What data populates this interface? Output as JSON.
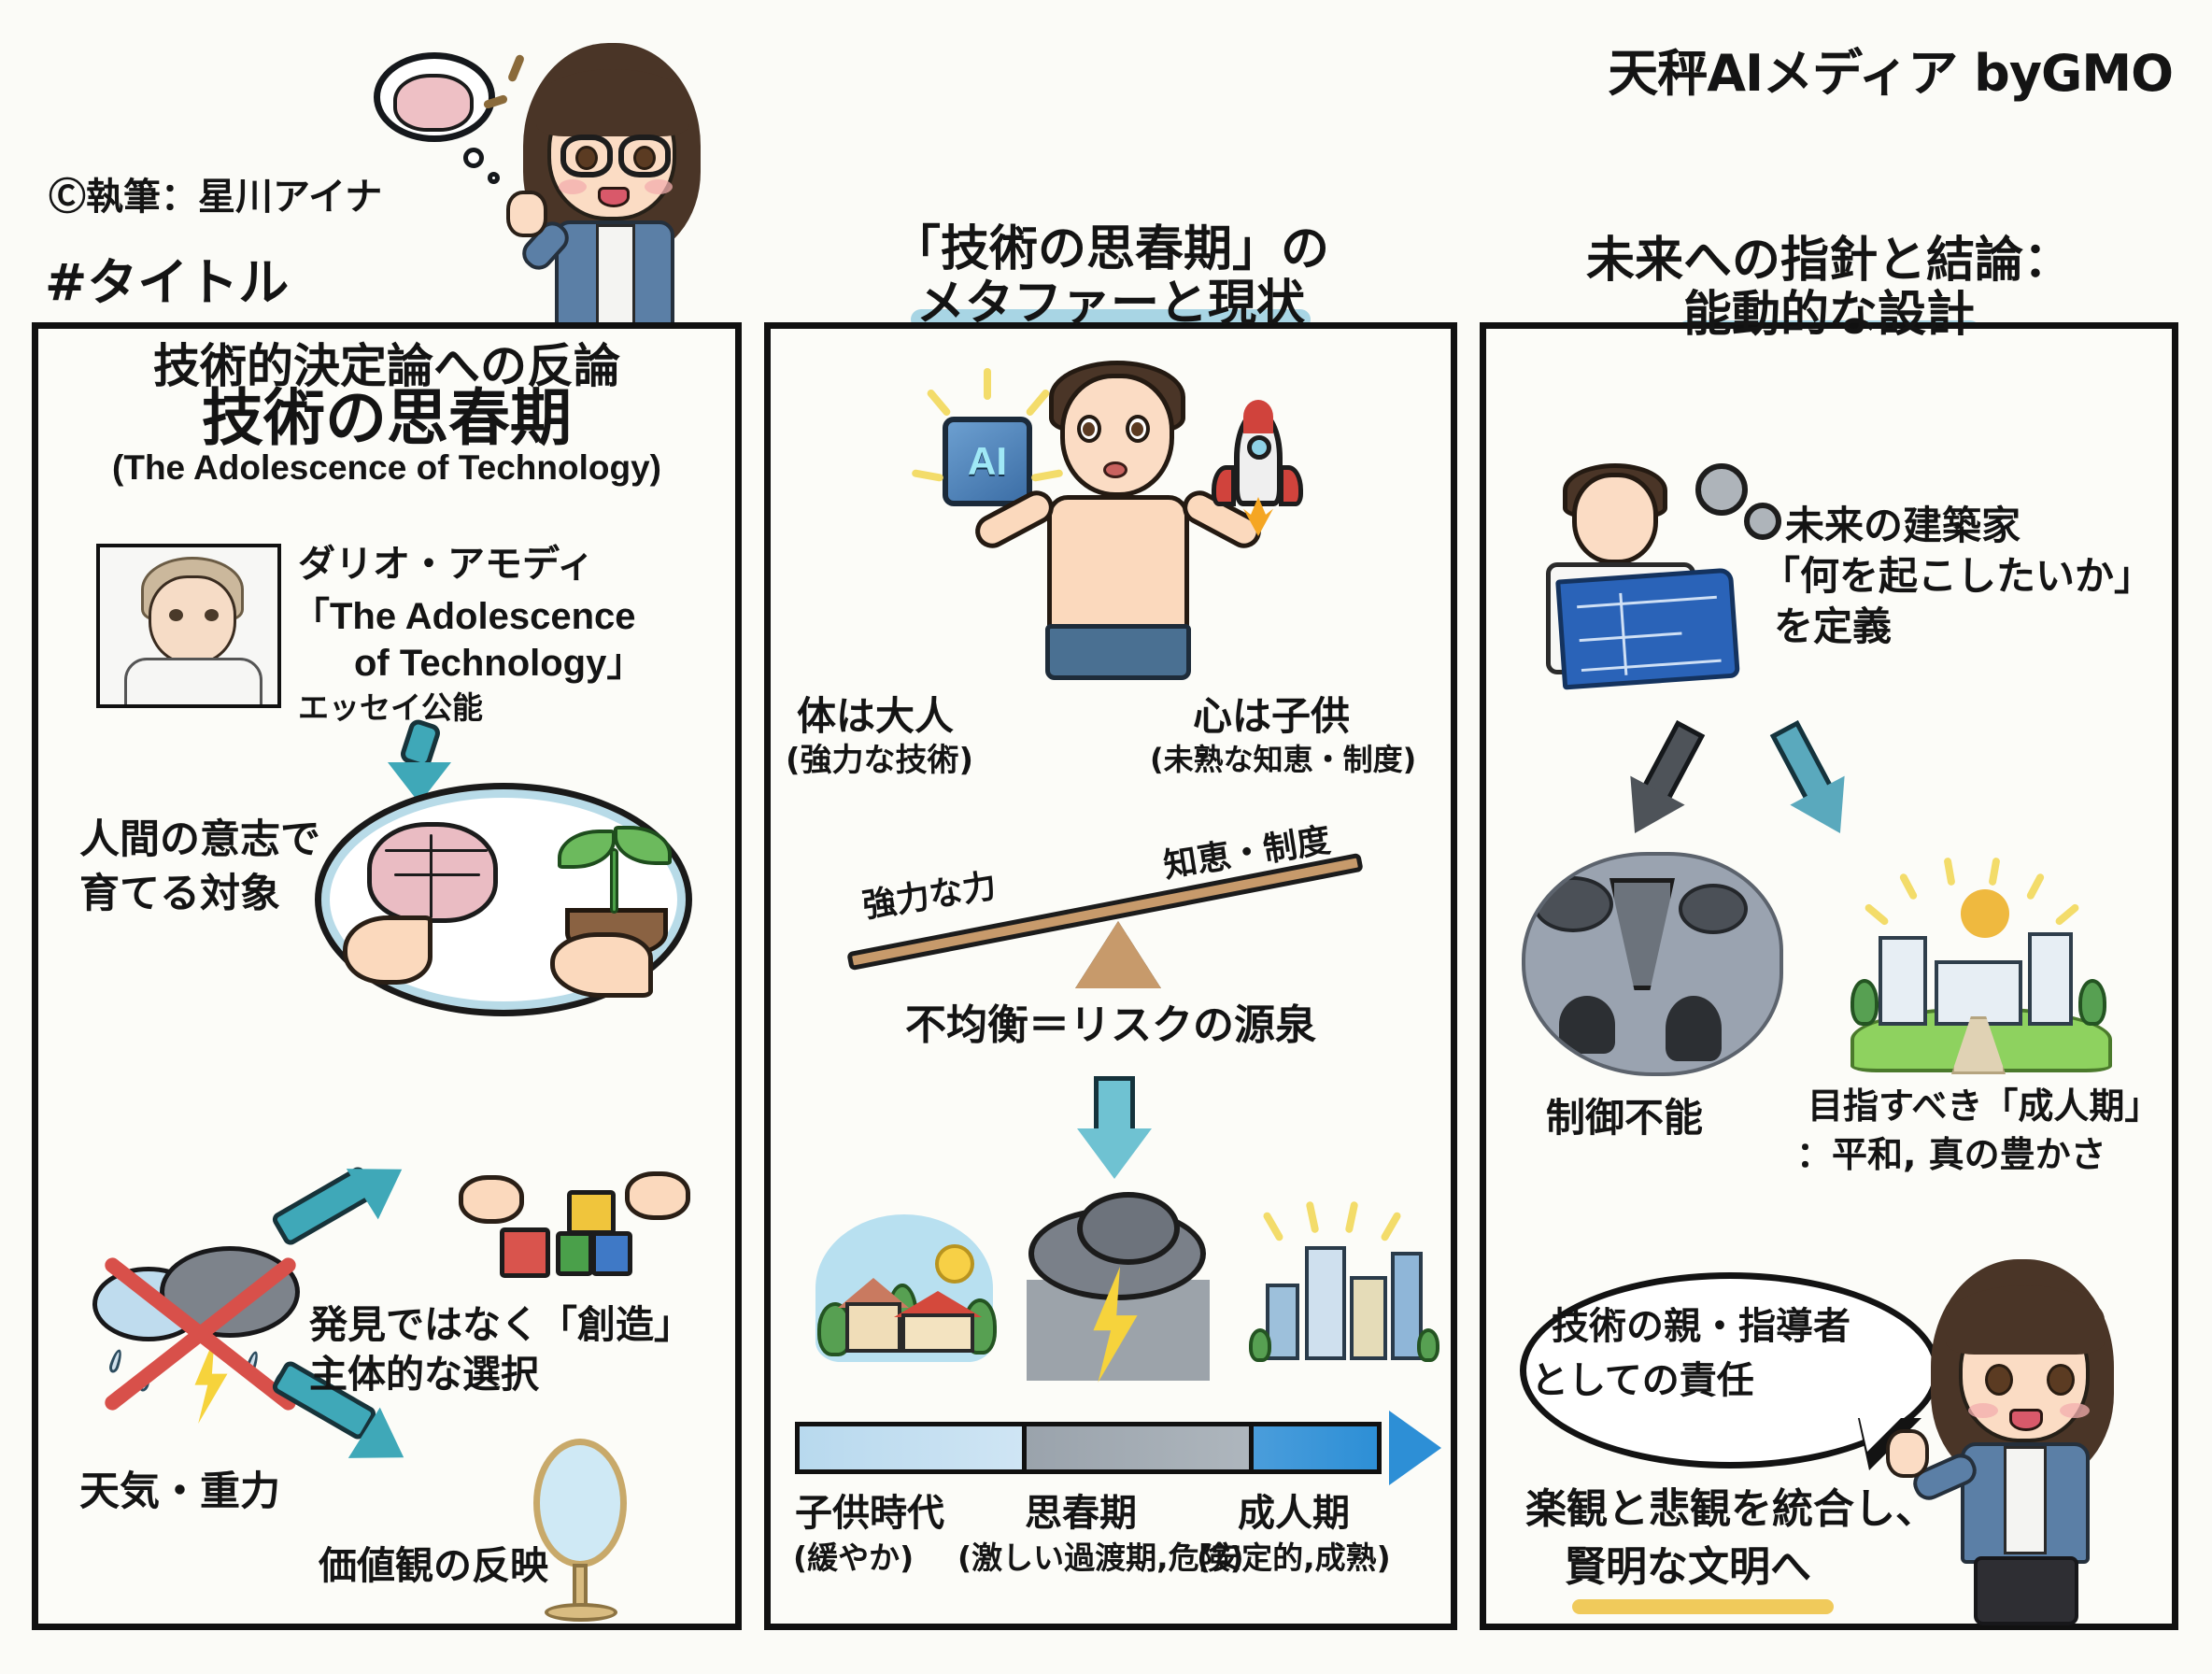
{
  "brand": "天秤AIメディア byGMO",
  "credit": "Ⓒ執筆：星川アイナ",
  "hash_title": "#タイトル",
  "left_column": {
    "main_title": "技術の思春期",
    "main_title_en": "(The Adolescence of Technology)",
    "person": {
      "name": "ダリオ・アモディ",
      "quote_line1": "「The Adolescence",
      "quote_line2": "of Technology」",
      "essay_note": "エッセイ公能"
    },
    "human_will": "人間の意志で\n育てる対象",
    "section_heading": "技術的決定論への反論",
    "weather_label": "天気・重力",
    "create_label": "発見ではなく「創造」\n主体的な選択",
    "mirror_label": "価値観の反映"
  },
  "middle_column": {
    "heading_line1": "「技術の思春期」の",
    "heading_line2": "メタファーと現状",
    "ai_chip_label": "AI",
    "body_adult": "体は大人",
    "body_adult_sub": "(強力な技術)",
    "mind_child": "心は子供",
    "mind_child_sub": "(未熟な知恵・制度)",
    "seesaw_left": "強力な力",
    "seesaw_right": "知恵・制度",
    "imbalance": "不均衡＝リスクの源泉",
    "timeline": [
      {
        "label": "子供時代",
        "sub": "(緩やか)"
      },
      {
        "label": "思春期",
        "sub": "(激しい過渡期,危険)"
      },
      {
        "label": "成人期",
        "sub": "(安定的,成熟)"
      }
    ]
  },
  "right_column": {
    "heading_line1": "未来への指針と結論：",
    "heading_line2": "能動的な設計",
    "architect_line1": "未来の建築家",
    "architect_line2": "「何を起こしたいか」",
    "architect_line3": "を定義",
    "outcome_bad": "制御不能",
    "outcome_good_line1": "目指すべき「成人期」",
    "outcome_good_line2": "：平和, 真の豊かさ",
    "bubble_line1": "技術の親・指導者",
    "bubble_line2": "としての責任",
    "conclusion_line1": "楽観と悲観を統合し、",
    "conclusion_line2": "賢明な文明へ"
  },
  "colors": {
    "accent_teal": "#3fa8b8",
    "highlight_blue": "#a8d5e4",
    "underline_yellow": "#f0ca5b",
    "ink": "#111111"
  }
}
